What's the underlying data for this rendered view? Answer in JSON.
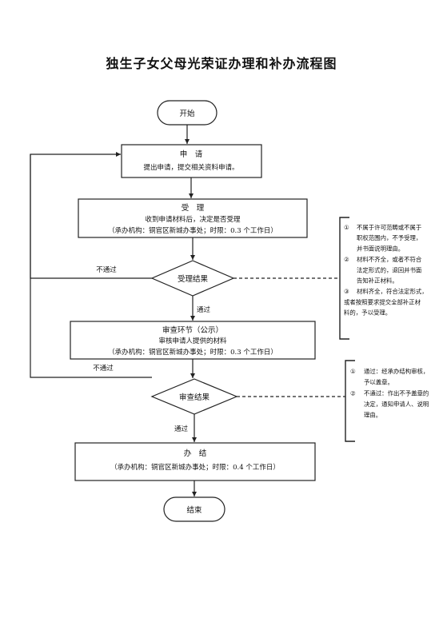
{
  "title": "独生子女父母光荣证办理和补办流程图",
  "start": "开始",
  "end": "结束",
  "apply": {
    "heading": "申　请",
    "desc": "提出申请，提交相关资料申请。"
  },
  "accept": {
    "heading": "受　理",
    "desc": "收到申请材料后，决定是否受理",
    "org": "（承办机构：铜官区新城办事处；时限：0.3 个工作日）"
  },
  "accept_decision": "受理结果",
  "review": {
    "heading": "审查环节（公示）",
    "desc": "审核申请人提供的材料",
    "org": "（承办机构：铜官区新城办事处；时限：0.3 个工作日）"
  },
  "review_decision": "审查结果",
  "finish": {
    "heading": "办　结",
    "org": "（承办机构：铜官区新城办事处；时限：0.4 个工作日）"
  },
  "labels": {
    "fail_1": "不通过",
    "pass_1": "通过",
    "fail_2": "不通过",
    "pass_2": "通过"
  },
  "note_accept": {
    "items": [
      [
        "①",
        "不属于许可范畴或不属于",
        "职权范围内，不予受理，",
        "并书面说明理由。"
      ],
      [
        "②",
        "材料不齐全，或者不符合",
        "法定形式的，退回并书面",
        "告知补正材料。"
      ],
      [
        "③",
        "材料齐全，符合法定形式，",
        "或者按照要求提交全部补正材",
        "料的，予以受理。"
      ]
    ]
  },
  "note_review": {
    "items": [
      [
        "①",
        "通过：经承办结构审核，",
        "予以盖章。"
      ],
      [
        "②",
        "不通过：作出不予盖章的",
        "决定，通知申请人、说明",
        "理由。"
      ]
    ]
  },
  "colors": {
    "line": "#222222",
    "bg": "#ffffff"
  }
}
